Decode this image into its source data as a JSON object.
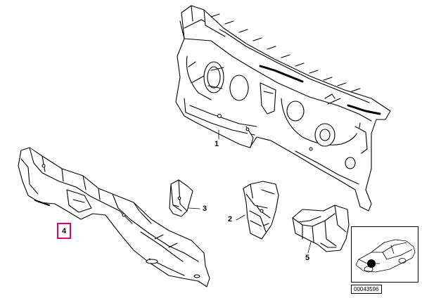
{
  "callouts": {
    "c1": "1",
    "c2": "2",
    "c3": "3",
    "c4": "4",
    "c5": "5"
  },
  "highlight_color": "#d6007a",
  "diagram_number": "00043596"
}
